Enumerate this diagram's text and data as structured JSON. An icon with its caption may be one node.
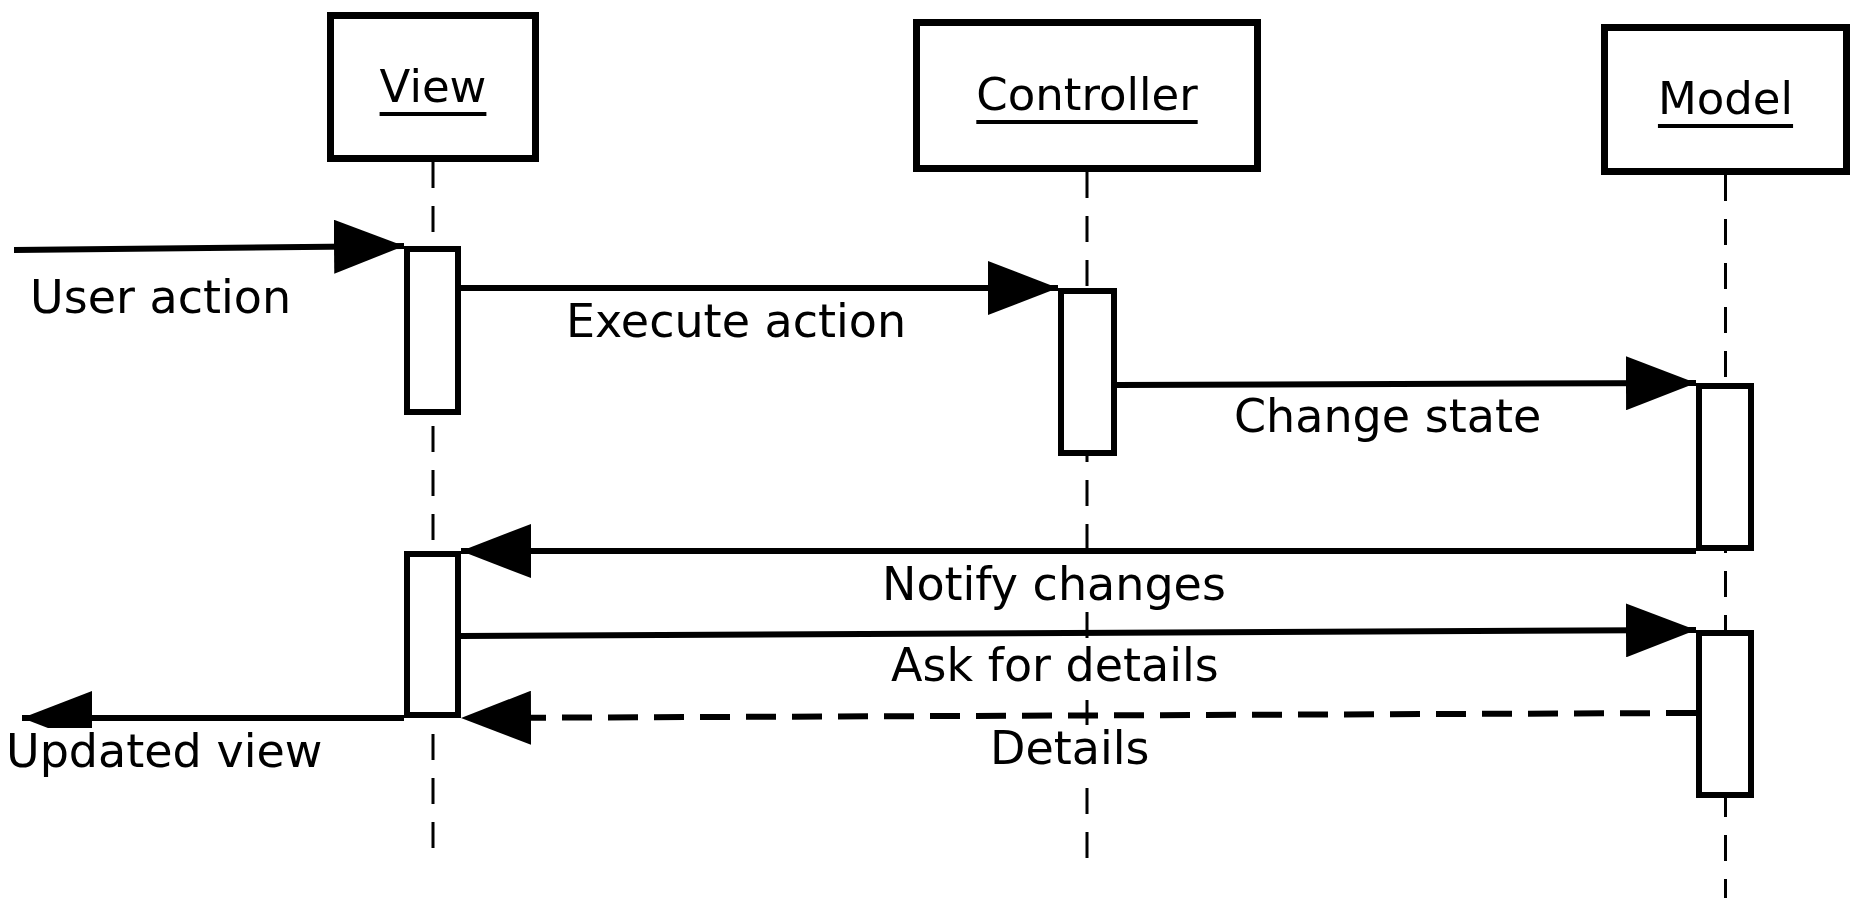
{
  "diagram": {
    "nodes": [
      {
        "text": [
          "View"
        ]
      },
      {
        "text": [
          "Controller"
        ]
      },
      {
        "text": [
          "Model"
        ]
      },
      {
        "text": [],
        "shape": "bar"
      },
      {
        "text": [],
        "shape": "bar"
      },
      {
        "text": [],
        "shape": "bar"
      },
      {
        "text": [],
        "shape": "bar"
      },
      {
        "text": [],
        "shape": "bar"
      }
    ],
    "edges": [
      {
        "from": null,
        "to": 3,
        "arrow": "to",
        "label": "User action"
      },
      {
        "from": 3,
        "to": 4,
        "arrow": "to",
        "label": "Execute action"
      },
      {
        "from": 4,
        "to": 5,
        "arrow": "to",
        "label": "Change state"
      },
      {
        "from": 5,
        "to": 6,
        "arrow": "to",
        "label": "Notify changes"
      },
      {
        "from": 6,
        "to": 7,
        "arrow": "to",
        "label": "Ask for details"
      },
      {
        "from": 7,
        "to": 6,
        "arrow": "to",
        "label": "Details",
        "style": "dashed"
      },
      {
        "from": 6,
        "to": null,
        "arrow": "to",
        "label": "Updated view"
      }
    ]
  }
}
